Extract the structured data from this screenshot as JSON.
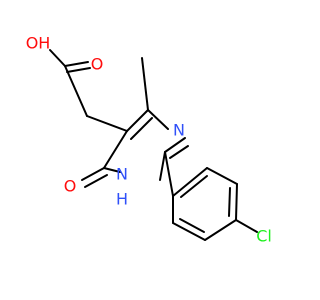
{
  "molecule": {
    "atoms": {
      "hydroxyl": {
        "text": "OH",
        "color": "#ff0d0d"
      },
      "carbonyl_o_acid": {
        "text": "O",
        "color": "#ff0d0d"
      },
      "ring_n_top": {
        "text": "N",
        "color": "#3050f8"
      },
      "ring_nh": {
        "text": "N",
        "color": "#3050f8"
      },
      "ring_nh_h": {
        "text": "H",
        "color": "#3050f8"
      },
      "ketone_o": {
        "text": "O",
        "color": "#ff0d0d"
      },
      "chlorine": {
        "text": "Cl",
        "color": "#1ff01f"
      }
    },
    "bond_color": "#000000"
  }
}
